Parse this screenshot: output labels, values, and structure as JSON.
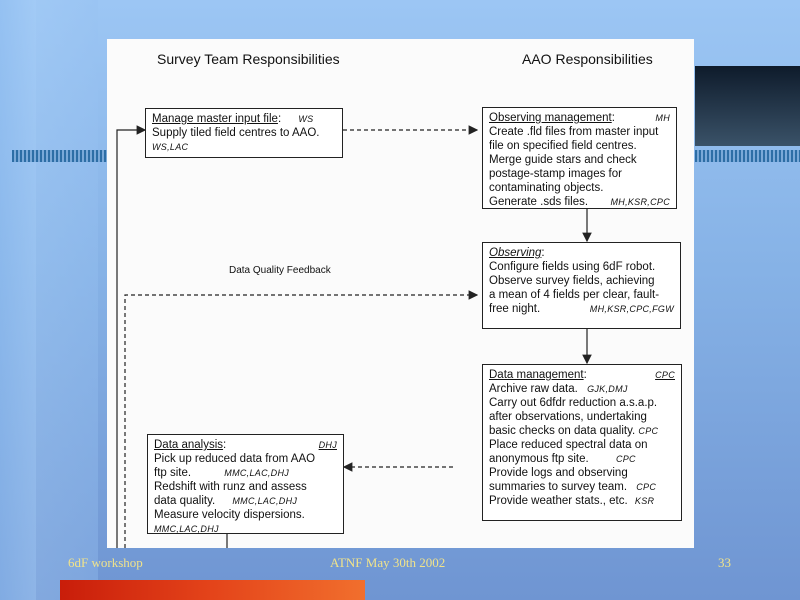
{
  "header": {
    "left": "Survey Team Responsibilities",
    "right": "AAO Responsibilities"
  },
  "boxes": {
    "manage": {
      "title": "Manage master input file",
      "title_suffix": ":",
      "tag": "WS",
      "lines": [
        "Supply tiled field centres to AAO."
      ],
      "sub_tag": "WS,LAC"
    },
    "obs_mgmt": {
      "title": "Observing management",
      "title_suffix": ":",
      "tag": "MH",
      "lines": [
        "Create .fld files from master input",
        "file on specified field centres.",
        "Merge guide stars and check",
        "postage-stamp images for",
        "contaminating objects.",
        "Generate .sds files."
      ],
      "last_tag": "MH,KSR,CPC"
    },
    "observing": {
      "title": "Observing",
      "title_suffix": ":",
      "lines": [
        "Configure fields using 6dF robot.",
        "Observe survey fields, achieving",
        "a mean of 4 fields per clear, fault-",
        "free night."
      ],
      "last_tag": "MH,KSR,CPC,FGW"
    },
    "data_mgmt": {
      "title": "Data management",
      "title_suffix": ":",
      "tag": "CPC",
      "lines": [
        {
          "text": "Archive raw data.",
          "tag": "GJK,DMJ"
        },
        {
          "text": "Carry out 6dfdr reduction a.s.a.p.",
          "tag": ""
        },
        {
          "text": "after observations, undertaking",
          "tag": ""
        },
        {
          "text": "basic checks on data quality.",
          "tag": "CPC"
        },
        {
          "text": "Place reduced spectral data on",
          "tag": ""
        },
        {
          "text": "anonymous ftp site.",
          "tag": "CPC"
        },
        {
          "text": "Provide logs and observing",
          "tag": ""
        },
        {
          "text": "summaries to survey team.",
          "tag": "CPC"
        },
        {
          "text": "Provide weather stats., etc.",
          "tag": "KSR"
        }
      ]
    },
    "analysis": {
      "title": "Data analysis",
      "title_suffix": ":",
      "tag": "DHJ",
      "lines": [
        {
          "text": "Pick up reduced data from AAO",
          "tag": ""
        },
        {
          "text": "ftp site.",
          "tag": "MMC,LAC,DHJ"
        },
        {
          "text": "Redshift with runz and assess",
          "tag": ""
        },
        {
          "text": "data quality.",
          "tag": "MMC,LAC,DHJ"
        },
        {
          "text": "Measure velocity dispersions.",
          "tag": ""
        },
        {
          "text": "",
          "tag": "MMC,LAC,DHJ"
        }
      ]
    }
  },
  "feedback_label": "Data Quality Feedback",
  "footer": {
    "left": "6dF workshop",
    "center": "ATNF May 30th 2002",
    "right": "33"
  },
  "colors": {
    "footer_text": "#f1e38a",
    "accent_red": "#e4441a",
    "dark_block": "#0e1b2b"
  }
}
